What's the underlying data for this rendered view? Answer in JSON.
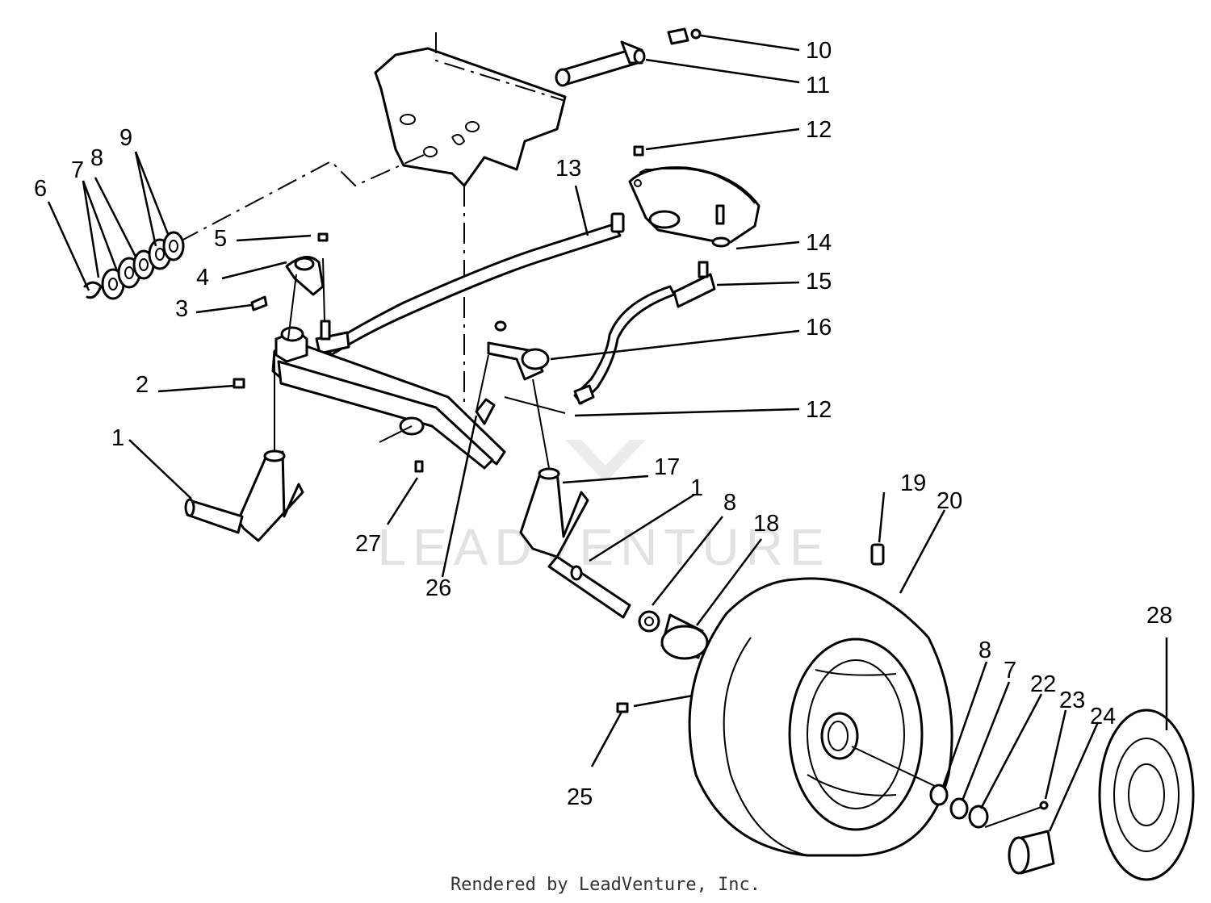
{
  "watermark": {
    "text": "LEADVENTURE"
  },
  "footer": {
    "text": "Rendered by LeadVenture, Inc."
  },
  "callouts": [
    {
      "id": "c10",
      "label": "10"
    },
    {
      "id": "c11",
      "label": "11"
    },
    {
      "id": "c12a",
      "label": "12"
    },
    {
      "id": "c13",
      "label": "13"
    },
    {
      "id": "c9",
      "label": "9"
    },
    {
      "id": "c8a",
      "label": "8"
    },
    {
      "id": "c7a",
      "label": "7"
    },
    {
      "id": "c6",
      "label": "6"
    },
    {
      "id": "c5",
      "label": "5"
    },
    {
      "id": "c14",
      "label": "14"
    },
    {
      "id": "c15",
      "label": "15"
    },
    {
      "id": "c4",
      "label": "4"
    },
    {
      "id": "c3",
      "label": "3"
    },
    {
      "id": "c16",
      "label": "16"
    },
    {
      "id": "c2",
      "label": "2"
    },
    {
      "id": "c12b",
      "label": "12"
    },
    {
      "id": "c1a",
      "label": "1"
    },
    {
      "id": "c17",
      "label": "17"
    },
    {
      "id": "c1b",
      "label": "1"
    },
    {
      "id": "c8b",
      "label": "8"
    },
    {
      "id": "c18",
      "label": "18"
    },
    {
      "id": "c19",
      "label": "19"
    },
    {
      "id": "c20",
      "label": "20"
    },
    {
      "id": "c27",
      "label": "27"
    },
    {
      "id": "c26",
      "label": "26"
    },
    {
      "id": "c28",
      "label": "28"
    },
    {
      "id": "c8c",
      "label": "8"
    },
    {
      "id": "c7b",
      "label": "7"
    },
    {
      "id": "c22",
      "label": "22"
    },
    {
      "id": "c23",
      "label": "23"
    },
    {
      "id": "c24",
      "label": "24"
    },
    {
      "id": "c25",
      "label": "25"
    }
  ]
}
